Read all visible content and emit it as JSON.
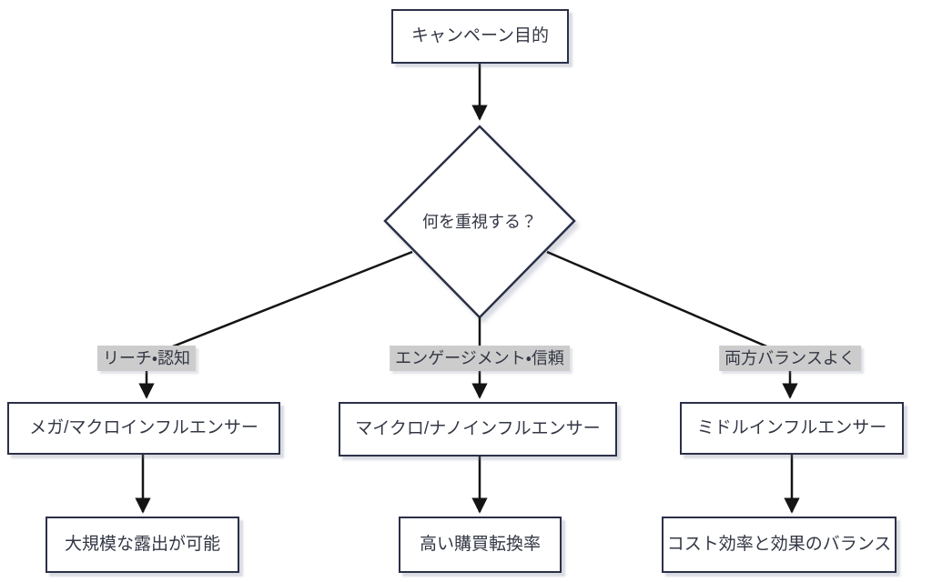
{
  "page": {
    "background": "#ffffff"
  },
  "diagram": {
    "type": "flowchart-decision-tree",
    "root_label": "キャンペーン目的",
    "decision_label": "何を重視する？",
    "branches": [
      {
        "condition": "リーチ・認知",
        "choice": "メガ/マクロインフルエンサー",
        "result": "大規模な露出が可能"
      },
      {
        "condition": "エンゲージメント・信頼",
        "choice": "マイクロ/ナノインフルエンサー",
        "result": "高い購買転換率"
      },
      {
        "condition": "両方バランスよく",
        "choice": "ミドルインフルエンサー",
        "result": "コスト効率と効果のバランス"
      }
    ],
    "colors": {
      "page_background": "#ffffff",
      "node_background": "#ffffff",
      "node_border": "#2b3048",
      "text": "#333744",
      "edge": "#141414",
      "condition_background": "#cccccc"
    }
  }
}
